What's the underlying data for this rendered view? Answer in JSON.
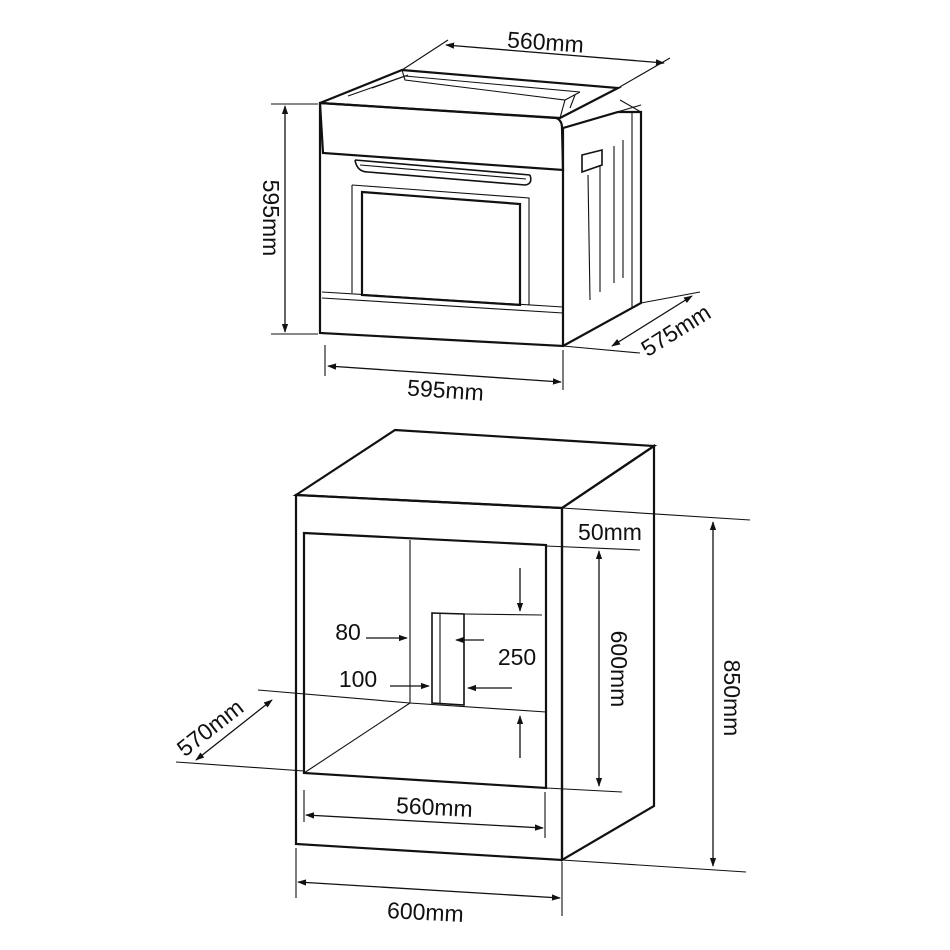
{
  "oven": {
    "width_label": "595mm",
    "height_label": "595mm",
    "depth_label": "575mm",
    "top_width_label": "560mm"
  },
  "cabinet": {
    "width_label": "600mm",
    "height_label": "850mm",
    "niche_height_label": "600mm",
    "niche_width_label": "560mm",
    "depth_label": "570mm",
    "top_clearance_label": "50mm",
    "vent_offset_label": "80",
    "vent_width_label": "100",
    "vent_height_label": "250"
  }
}
